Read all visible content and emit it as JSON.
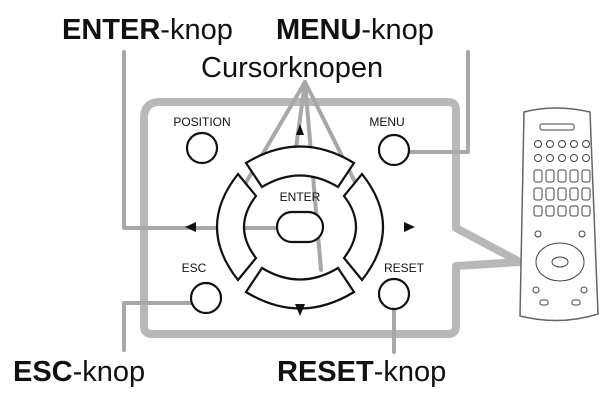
{
  "callouts": {
    "enter": {
      "bold": "ENTER",
      "rest": "-knop"
    },
    "menu": {
      "bold": "MENU",
      "rest": "-knop"
    },
    "cursor": "Cursorknopen",
    "esc": {
      "bold": "ESC",
      "rest": "-knop"
    },
    "reset": {
      "bold": "RESET",
      "rest": "-knop"
    }
  },
  "buttons": {
    "position": "POSITION",
    "menu": "MENU",
    "enter": "ENTER",
    "esc": "ESC",
    "reset": "RESET"
  },
  "colors": {
    "panel_border": "#b8b8b8",
    "leader_line": "#a8a8a8",
    "outline": "#111111"
  }
}
